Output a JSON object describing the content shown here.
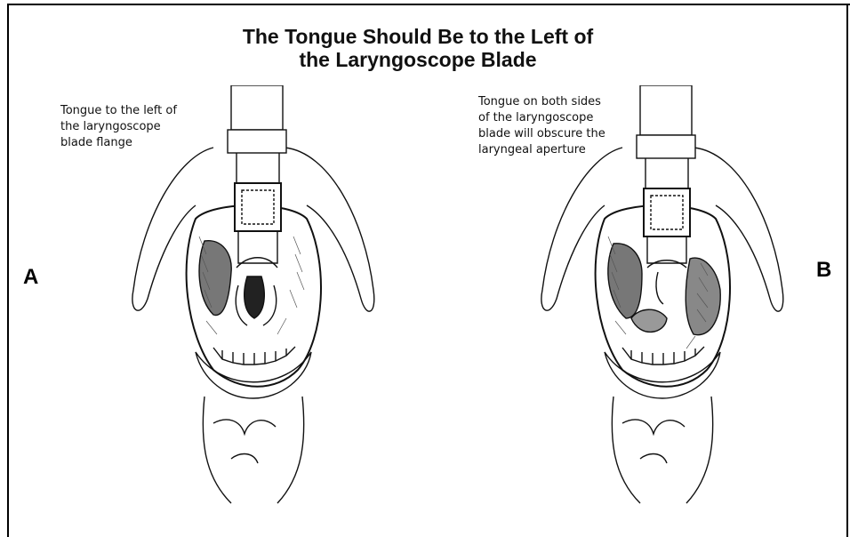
{
  "title": {
    "line1": "The Tongue Should Be to the Left of",
    "line2": "the Laryngoscope Blade"
  },
  "panel_a": {
    "label": "A",
    "caption_lines": [
      "Tongue to the left of",
      "the laryngoscope",
      "blade flange"
    ]
  },
  "panel_b": {
    "label": "B",
    "caption_lines": [
      "Tongue on both sides",
      "of the laryngoscope",
      "blade will obscure the",
      "laryngeal aperture"
    ]
  },
  "colors": {
    "ink": "#111111",
    "shade": "#555555",
    "background": "#ffffff"
  }
}
